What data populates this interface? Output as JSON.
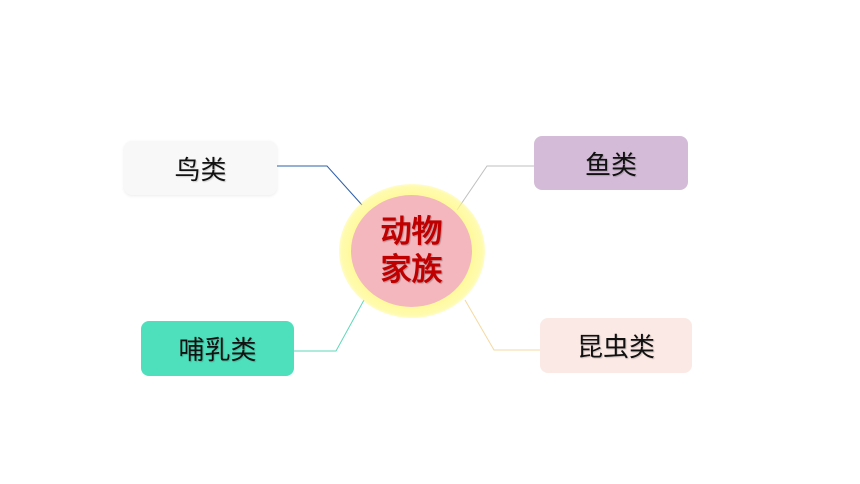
{
  "diagram": {
    "center": {
      "lines": [
        "动物",
        "家族"
      ],
      "color": "#c00000",
      "fill": "#f4b7be",
      "glow": "#fff896"
    },
    "branches": {
      "birds": {
        "label": "鸟类",
        "fill": "#f8f8f8",
        "line_color": "#2e5fa8"
      },
      "fish": {
        "label": "鱼类",
        "fill": "#d4bcd8",
        "line_color": "#bfbfbf"
      },
      "mammals": {
        "label": "哺乳类",
        "fill": "#4ee0bc",
        "line_color": "#5fd7b8"
      },
      "insects": {
        "label": "昆虫类",
        "fill": "#fbe9e5",
        "line_color": "#f5d9a0"
      }
    }
  }
}
